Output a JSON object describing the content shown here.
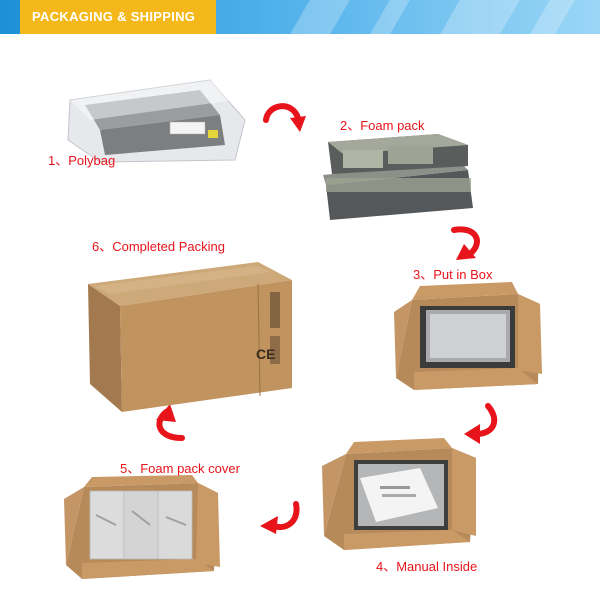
{
  "banner": {
    "title": "PACKAGING & SHIPPING",
    "color": "#1c8fd6",
    "tab_color": "#f5b81a"
  },
  "accent_color": "#e8141b",
  "steps": [
    {
      "label": "1、Polybag"
    },
    {
      "label": "2、Foam pack"
    },
    {
      "label": "3、Put in Box"
    },
    {
      "label": "4、Manual Inside"
    },
    {
      "label": "5、Foam pack cover"
    },
    {
      "label": "6、Completed Packing"
    }
  ],
  "box_mark": "CE"
}
